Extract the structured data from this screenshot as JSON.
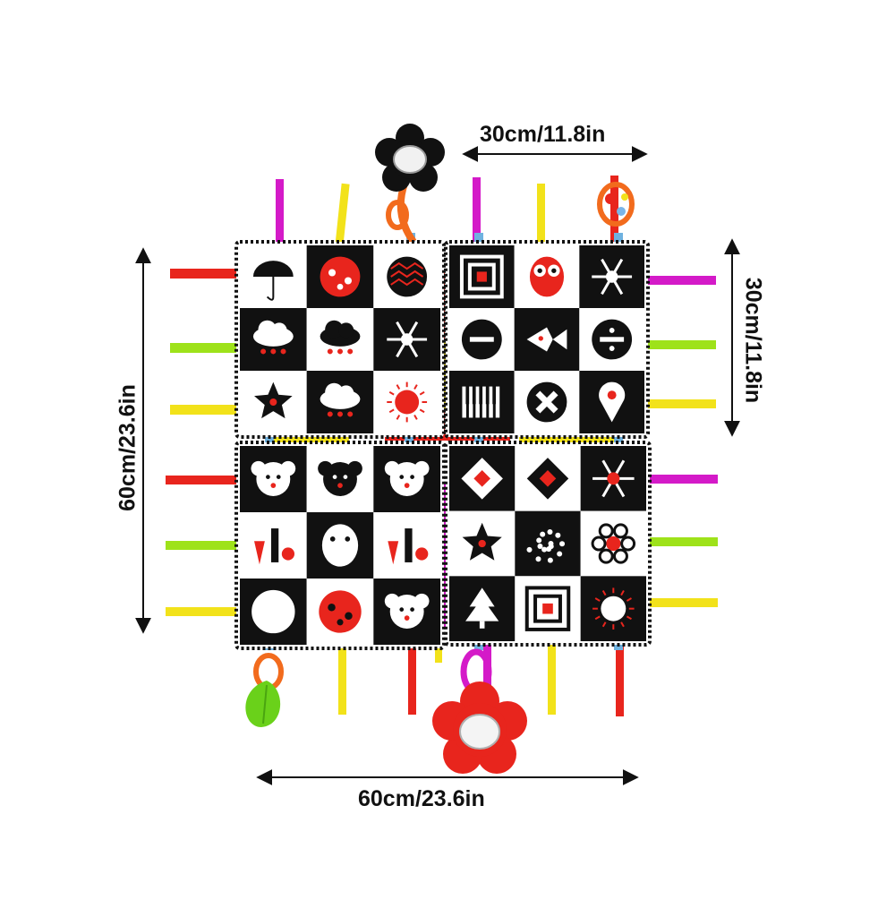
{
  "dimensions": {
    "top_width": "30cm/11.8in",
    "right_height": "30cm/11.8in",
    "left_height": "60cm/23.6in",
    "bottom_width": "60cm/23.6in"
  },
  "colors": {
    "black": "#111111",
    "white": "#ffffff",
    "red": "#e8251d",
    "magenta": "#d41ac8",
    "yellow": "#f2e21a",
    "lime": "#9ee21a",
    "blue": "#6fb2e0",
    "orange": "#f26b1d",
    "green": "#6ad11a"
  },
  "icons": [
    "umbrella-icon",
    "ladybug-icon",
    "ornament-icon",
    "cloud-rain-icon",
    "cloud-thunder-icon",
    "snowflake-icon",
    "star-face-icon",
    "moon-cloud-icon",
    "sun-icon",
    "checker-pattern-icon",
    "owl-icon",
    "atom-icon",
    "minus-circle-icon",
    "fish-icon",
    "divide-circle-icon",
    "piano-keys-icon",
    "x-circle-icon",
    "map-pin-icon",
    "elephant-icon",
    "lion-icon",
    "koala-icon",
    "number-one-carrot-icon",
    "owl-stripes-icon",
    "number-two-strawberry-icon",
    "concentric-circles-icon",
    "number-three-apple-icon",
    "snail-icon",
    "diamond-cluster-icon",
    "diamond-triangles-icon",
    "star-burst-icon",
    "star-square-icon",
    "dot-spiral-icon",
    "hexagon-flower-icon",
    "pine-tree-icon",
    "nested-squares-icon",
    "sun-dots-icon"
  ]
}
